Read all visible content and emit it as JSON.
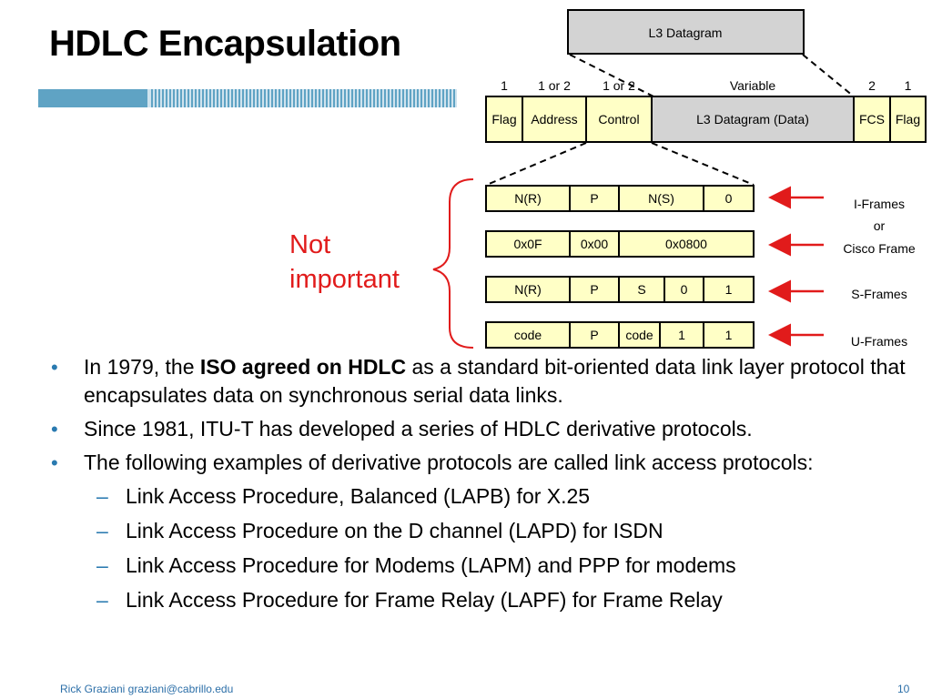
{
  "title": "HDLC Encapsulation",
  "diagram": {
    "l3_datagram": "L3 Datagram",
    "field_sizes": [
      "1",
      "1 or 2",
      "1 or 2",
      "Variable",
      "2",
      "1"
    ],
    "fields": [
      "Flag",
      "Address",
      "Control",
      "L3 Datagram (Data)",
      "FCS",
      "Flag"
    ],
    "frame_rows": [
      {
        "cells": [
          "N(R)",
          "P",
          "N(S)",
          "0"
        ]
      },
      {
        "cells": [
          "0x0F",
          "0x00",
          "0x0800"
        ]
      },
      {
        "cells": [
          "N(R)",
          "P",
          "S",
          "0",
          "1"
        ]
      },
      {
        "cells": [
          "code",
          "P",
          "code",
          "1",
          "1"
        ]
      }
    ],
    "frame_labels": {
      "i_frames": "I-Frames",
      "or": "or",
      "cisco": "Cisco Frame",
      "s_frames": "S-Frames",
      "u_frames": "U-Frames"
    },
    "not_important": [
      "Not",
      "important"
    ],
    "colors": {
      "yellow": "#ffffc6",
      "gray": "#d3d3d3",
      "red": "#e11b1b",
      "bullet": "#2a7ab0"
    }
  },
  "bullets": [
    {
      "pre": "In 1979, the ",
      "bold": "ISO agreed on HDLC",
      "post": " as a standard bit-oriented data link layer protocol that encapsulates data on synchronous serial data links."
    },
    {
      "text": "Since 1981, ITU-T has developed a series of HDLC derivative protocols."
    },
    {
      "text": "The following examples of derivative protocols are called link access protocols:"
    }
  ],
  "sub_bullets": [
    "Link Access Procedure, Balanced (LAPB) for X.25",
    "Link Access Procedure on the D channel (LAPD) for ISDN",
    "Link Access Procedure for Modems (LAPM) and PPP for modems",
    "Link Access Procedure for Frame Relay (LAPF) for Frame Relay"
  ],
  "footer": {
    "author": "Rick Graziani  graziani@cabrillo.edu",
    "page": "10"
  }
}
